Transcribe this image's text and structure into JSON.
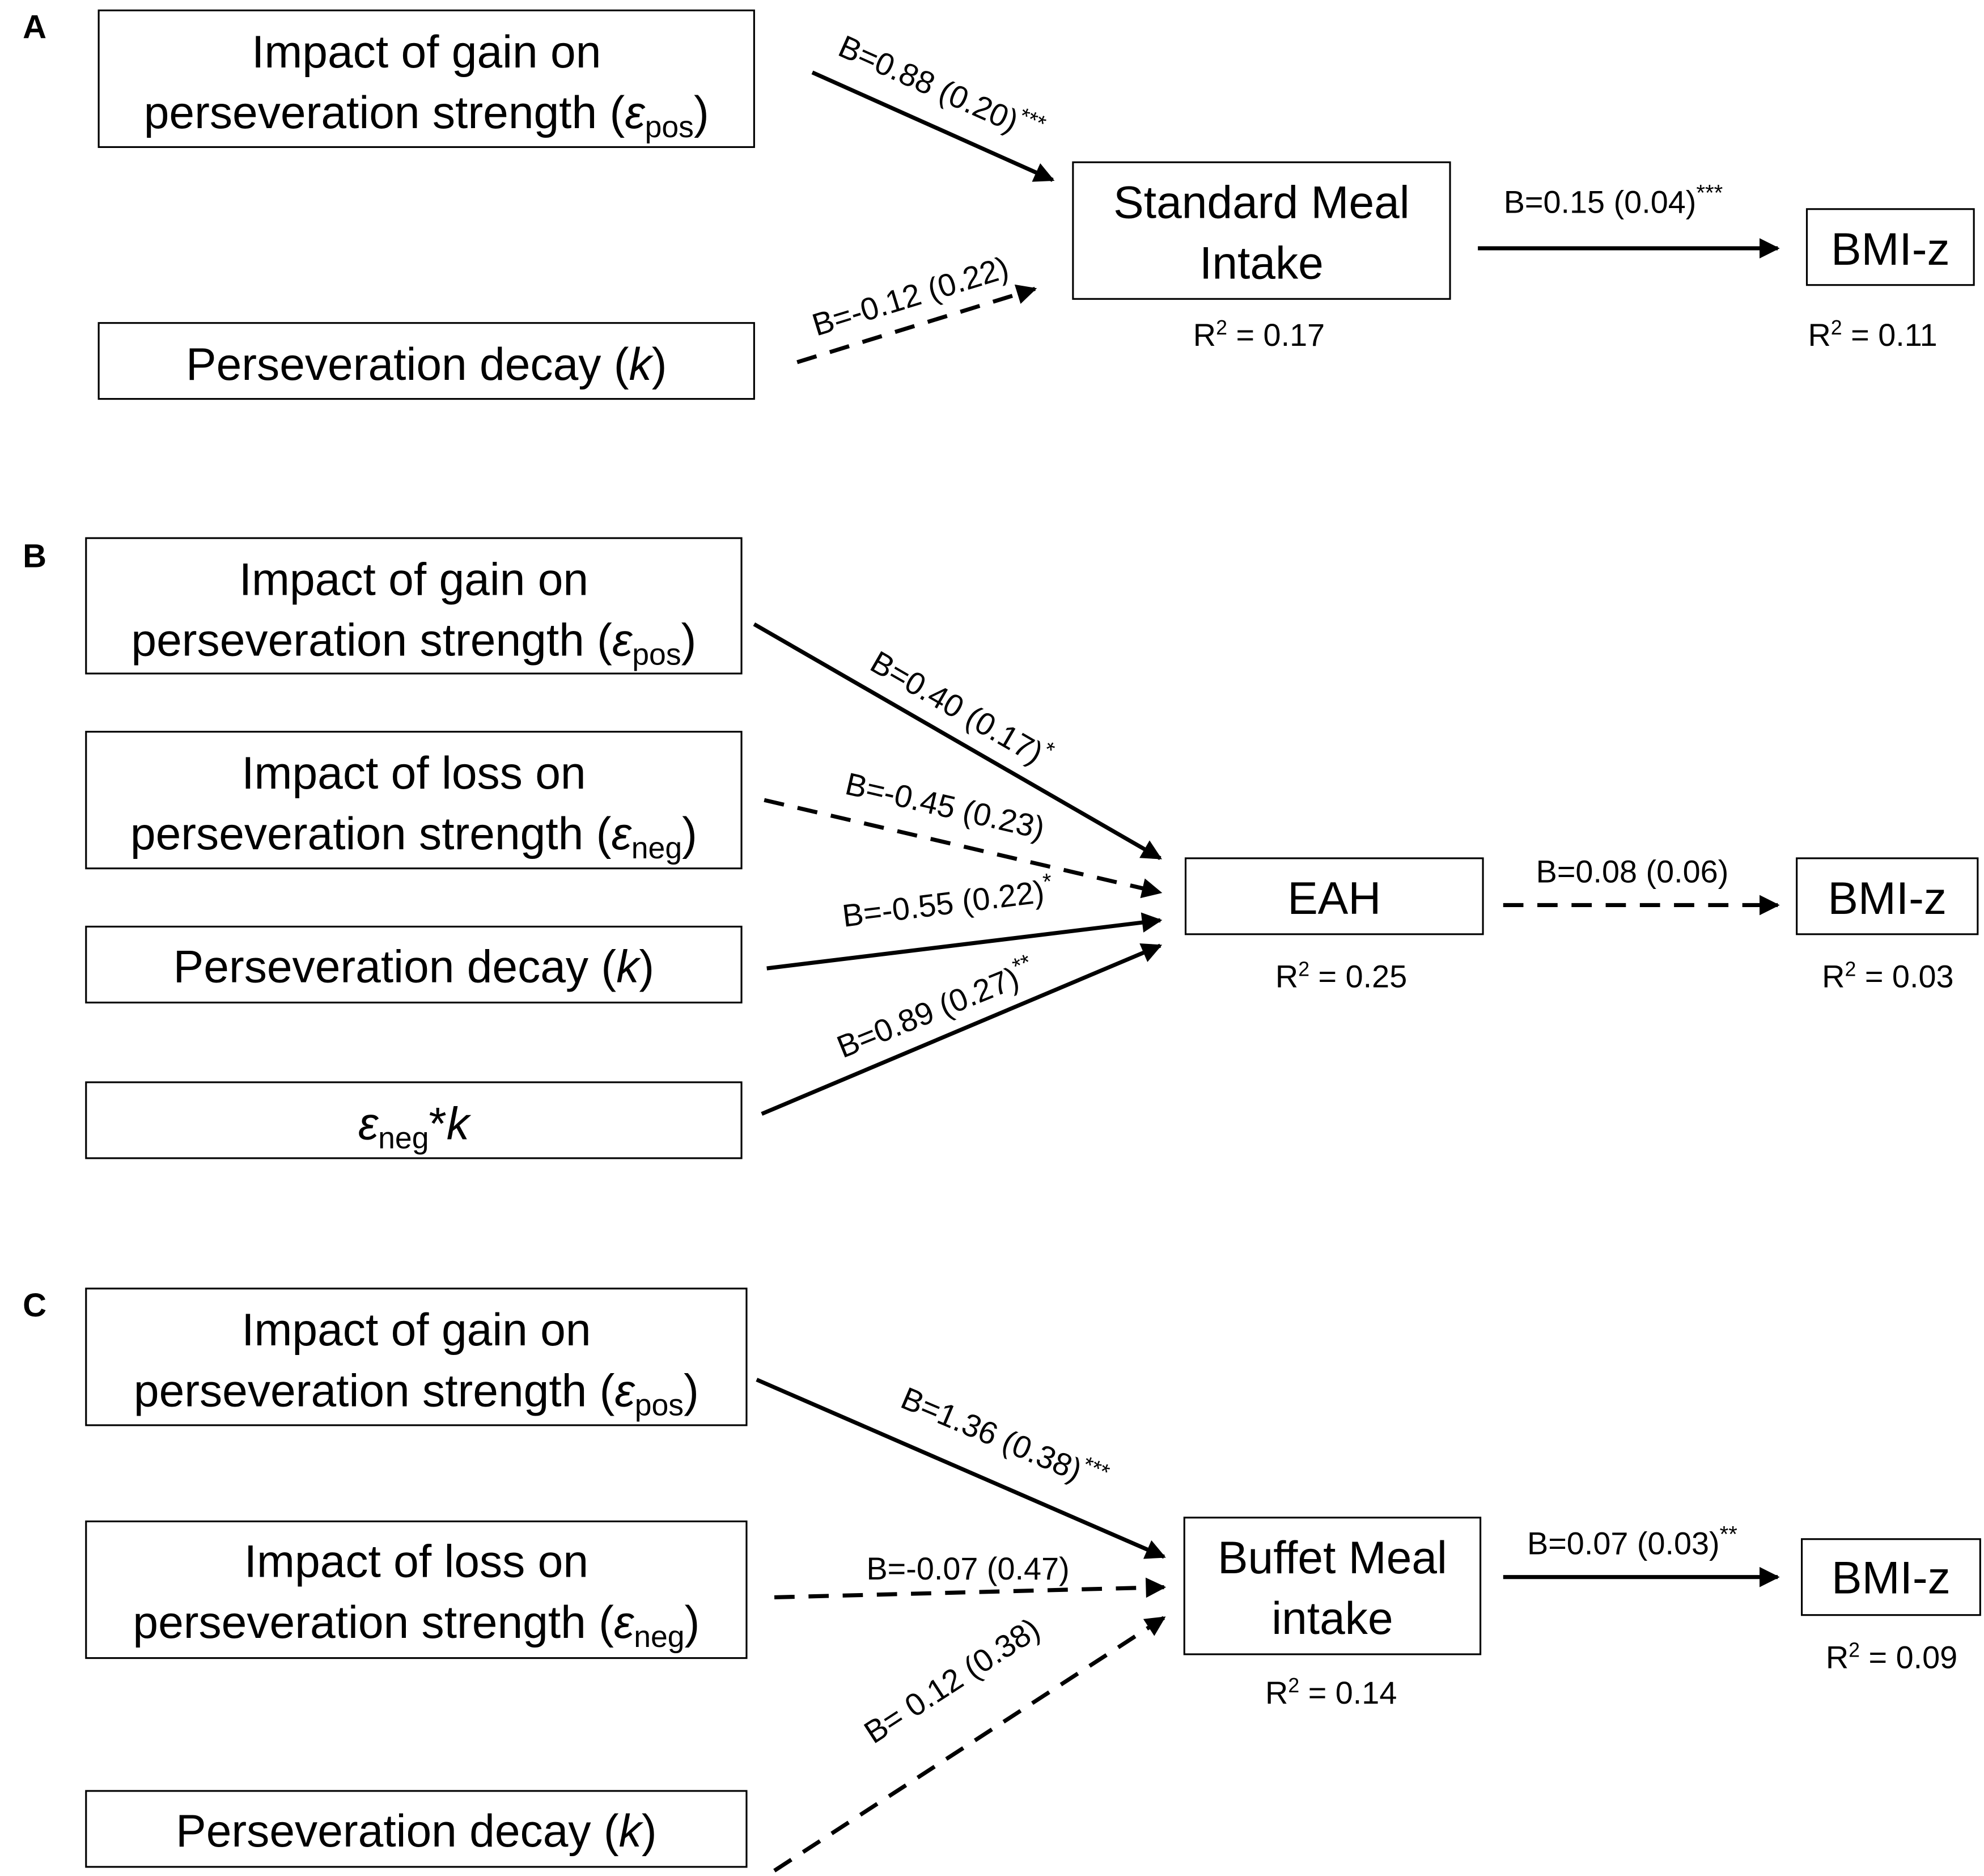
{
  "colors": {
    "ink": "#000000",
    "background": "#ffffff"
  },
  "panels": [
    {
      "id": "A",
      "label": "A",
      "nodes": [
        {
          "id": "epos",
          "lines": [
            [
              {
                "t": "Impact of gain on",
                "s": "n"
              }
            ],
            [
              {
                "t": "perseveration strength (",
                "s": "n"
              },
              {
                "t": "ε",
                "s": "i"
              },
              {
                "t": "pos",
                "s": "sub"
              },
              {
                "t": ")",
                "s": "n"
              }
            ]
          ]
        },
        {
          "id": "k",
          "lines": [
            [
              {
                "t": "Perseveration decay (",
                "s": "n"
              },
              {
                "t": "k",
                "s": "i"
              },
              {
                "t": ")",
                "s": "n"
              }
            ]
          ]
        },
        {
          "id": "out",
          "lines": [
            [
              {
                "t": "Standard Meal",
                "s": "n"
              }
            ],
            [
              {
                "t": "Intake",
                "s": "n"
              }
            ]
          ],
          "r2": "R",
          "r2sup": "2",
          "r2val": " = 0.17"
        },
        {
          "id": "bmi",
          "lines": [
            [
              {
                "t": "BMI-z",
                "s": "n"
              }
            ]
          ],
          "r2": "R",
          "r2sup": "2",
          "r2val": " = 0.11"
        }
      ],
      "paths": [
        {
          "from": "epos",
          "to": "out",
          "label": "B=0.88 (0.20)",
          "sig": "***",
          "significant": true
        },
        {
          "from": "k",
          "to": "out",
          "label": "B=-0.12 (0.22)",
          "sig": "",
          "significant": false
        },
        {
          "from": "out",
          "to": "bmi",
          "label": "B=0.15 (0.04)",
          "sig": "***",
          "significant": true
        }
      ]
    },
    {
      "id": "B",
      "label": "B",
      "nodes": [
        {
          "id": "epos",
          "lines": [
            [
              {
                "t": "Impact of gain on",
                "s": "n"
              }
            ],
            [
              {
                "t": "perseveration strength (",
                "s": "n"
              },
              {
                "t": "ε",
                "s": "i"
              },
              {
                "t": "pos",
                "s": "sub"
              },
              {
                "t": ")",
                "s": "n"
              }
            ]
          ]
        },
        {
          "id": "eneg",
          "lines": [
            [
              {
                "t": "Impact of loss on",
                "s": "n"
              }
            ],
            [
              {
                "t": "perseveration strength (",
                "s": "n"
              },
              {
                "t": "ε",
                "s": "i"
              },
              {
                "t": "neg",
                "s": "sub"
              },
              {
                "t": ")",
                "s": "n"
              }
            ]
          ]
        },
        {
          "id": "k",
          "lines": [
            [
              {
                "t": "Perseveration decay (",
                "s": "n"
              },
              {
                "t": "k",
                "s": "i"
              },
              {
                "t": ")",
                "s": "n"
              }
            ]
          ]
        },
        {
          "id": "int",
          "lines": [
            [
              {
                "t": "ε",
                "s": "i"
              },
              {
                "t": "neg",
                "s": "sub"
              },
              {
                "t": "*",
                "s": "n"
              },
              {
                "t": "k",
                "s": "i"
              }
            ]
          ]
        },
        {
          "id": "out",
          "lines": [
            [
              {
                "t": "EAH",
                "s": "n"
              }
            ]
          ],
          "r2": "R",
          "r2sup": "2",
          "r2val": " = 0.25"
        },
        {
          "id": "bmi",
          "lines": [
            [
              {
                "t": "BMI-z",
                "s": "n"
              }
            ]
          ],
          "r2": "R",
          "r2sup": "2",
          "r2val": " = 0.03"
        }
      ],
      "paths": [
        {
          "from": "epos",
          "to": "out",
          "label": "B=0.40 (0.17)",
          "sig": "*",
          "significant": true
        },
        {
          "from": "eneg",
          "to": "out",
          "label": "B=-0.45 (0.23)",
          "sig": "",
          "significant": false
        },
        {
          "from": "k",
          "to": "out",
          "label": "B=-0.55 (0.22)",
          "sig": "*",
          "significant": true
        },
        {
          "from": "int",
          "to": "out",
          "label": "B=0.89 (0.27)",
          "sig": "**",
          "significant": true
        },
        {
          "from": "out",
          "to": "bmi",
          "label": "B=0.08 (0.06)",
          "sig": "",
          "significant": false
        }
      ]
    },
    {
      "id": "C",
      "label": "C",
      "nodes": [
        {
          "id": "epos",
          "lines": [
            [
              {
                "t": "Impact of gain on",
                "s": "n"
              }
            ],
            [
              {
                "t": "perseveration strength (",
                "s": "n"
              },
              {
                "t": "ε",
                "s": "i"
              },
              {
                "t": "pos",
                "s": "sub"
              },
              {
                "t": ")",
                "s": "n"
              }
            ]
          ]
        },
        {
          "id": "eneg",
          "lines": [
            [
              {
                "t": "Impact of loss on",
                "s": "n"
              }
            ],
            [
              {
                "t": "perseveration strength (",
                "s": "n"
              },
              {
                "t": "ε",
                "s": "i"
              },
              {
                "t": "neg",
                "s": "sub"
              },
              {
                "t": ")",
                "s": "n"
              }
            ]
          ]
        },
        {
          "id": "k",
          "lines": [
            [
              {
                "t": "Perseveration decay (",
                "s": "n"
              },
              {
                "t": "k",
                "s": "i"
              },
              {
                "t": ")",
                "s": "n"
              }
            ]
          ]
        },
        {
          "id": "out",
          "lines": [
            [
              {
                "t": "Buffet Meal",
                "s": "n"
              }
            ],
            [
              {
                "t": "intake",
                "s": "n"
              }
            ]
          ],
          "r2": "R",
          "r2sup": "2",
          "r2val": " = 0.14"
        },
        {
          "id": "bmi",
          "lines": [
            [
              {
                "t": "BMI-z",
                "s": "n"
              }
            ]
          ],
          "r2": "R",
          "r2sup": "2",
          "r2val": " = 0.09"
        }
      ],
      "paths": [
        {
          "from": "epos",
          "to": "out",
          "label": "B=1.36 (0.38)",
          "sig": "***",
          "significant": true
        },
        {
          "from": "eneg",
          "to": "out",
          "label": "B=-0.07 (0.47)",
          "sig": "",
          "significant": false
        },
        {
          "from": "k",
          "to": "out",
          "label": "B= 0.12 (0.38)",
          "sig": "",
          "significant": false
        },
        {
          "from": "out",
          "to": "bmi",
          "label": "B=0.07 (0.03)",
          "sig": "**",
          "significant": true
        }
      ]
    }
  ]
}
